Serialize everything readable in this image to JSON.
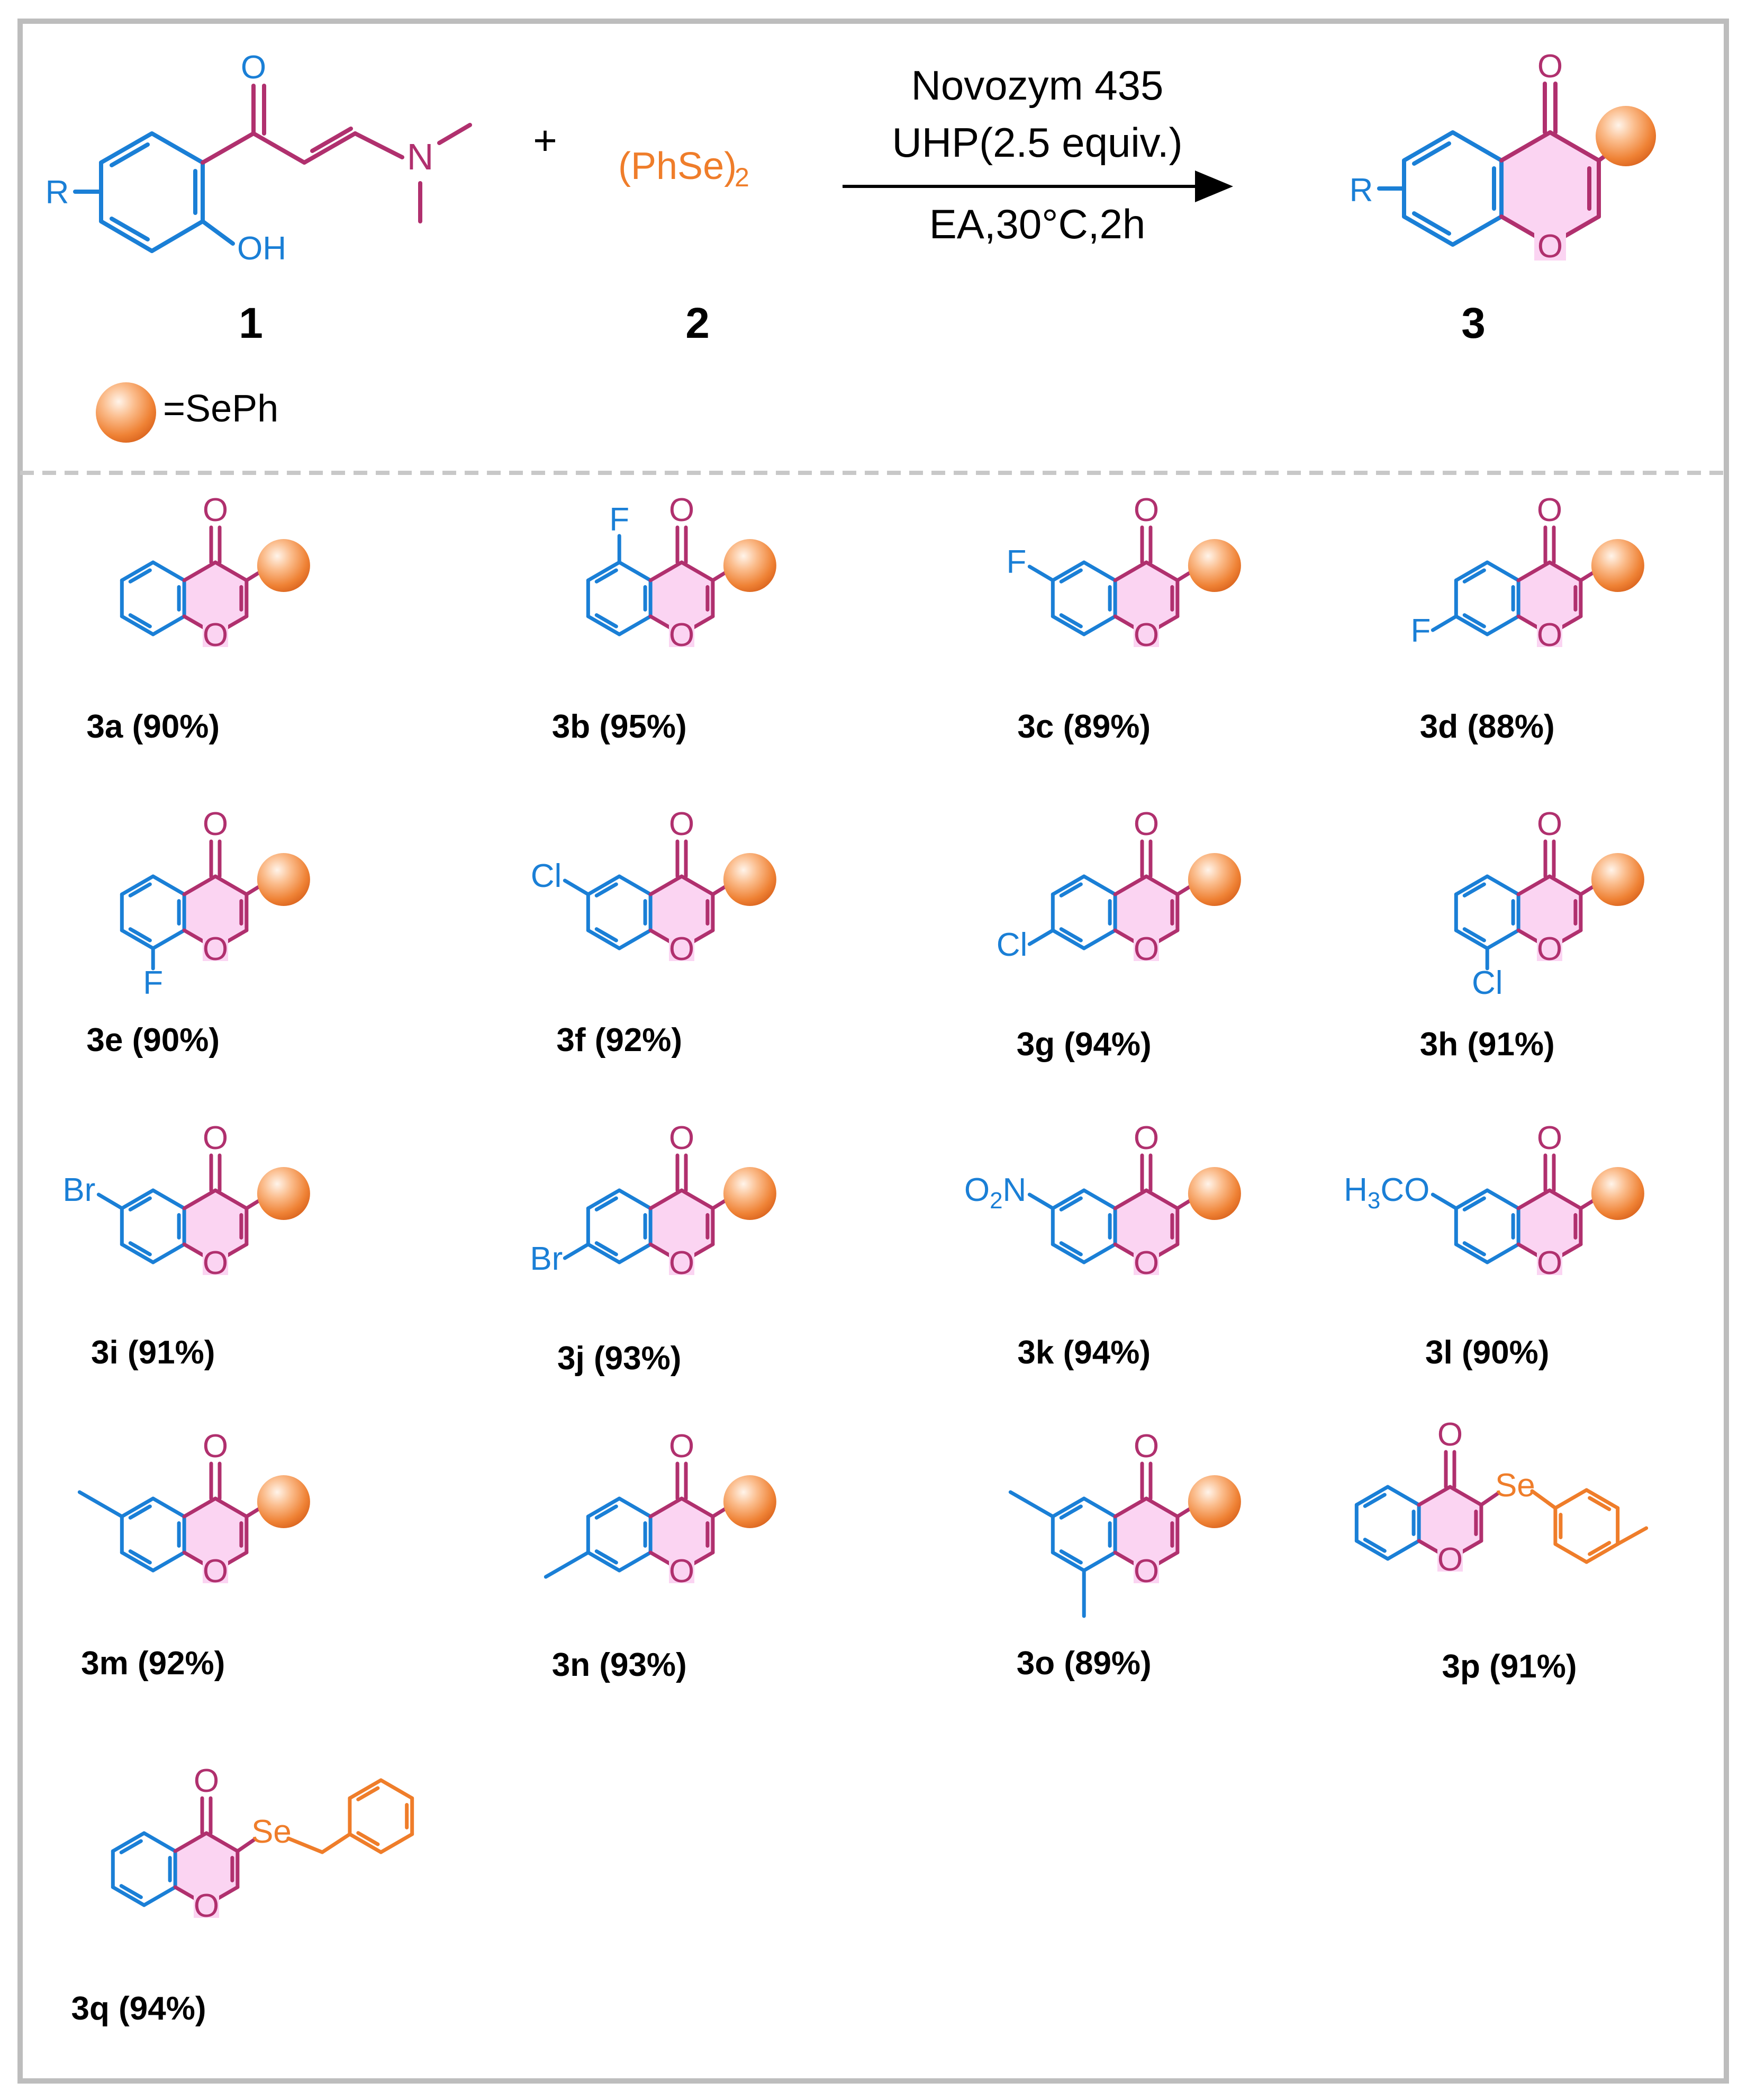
{
  "colors": {
    "blue": "#1a7fd6",
    "magenta": "#b0306e",
    "orange": "#ef7d2a",
    "pink": "#fbd4f2",
    "frame": "#bdbdbd"
  },
  "reaction": {
    "r_label": "R",
    "oh_label": "OH",
    "o_label": "O",
    "n_label": "N",
    "plus": "+",
    "reagent2": "(PhSe)",
    "reagent2_sub": "2",
    "cond_line1": "Novozym 435",
    "cond_line2": "UHP(2.5 equiv.)",
    "cond_line3": "EA,30°C,2h",
    "num1": "1",
    "num2": "2",
    "num3": "3",
    "legend": "=SePh"
  },
  "ring_o": "O",
  "se_label": "Se",
  "products": [
    {
      "label": "3a (90%)",
      "subst": ""
    },
    {
      "label": "3b (95%)",
      "subst": "F"
    },
    {
      "label": "3c (89%)",
      "subst": "F"
    },
    {
      "label": "3d (88%)",
      "subst": "F"
    },
    {
      "label": "3e (90%)",
      "subst": "F"
    },
    {
      "label": "3f (92%)",
      "subst": "Cl"
    },
    {
      "label": "3g (94%)",
      "subst": "Cl"
    },
    {
      "label": "3h (91%)",
      "subst": "Cl"
    },
    {
      "label": "3i (91%)",
      "subst": "Br"
    },
    {
      "label": "3j (93%)",
      "subst": "Br"
    },
    {
      "label": "3k (94%)",
      "subst": "O",
      "subst_sub": "2",
      "subst_tail": "N"
    },
    {
      "label": "3l (90%)",
      "subst": "H",
      "subst_sub": "3",
      "subst_tail": "CO"
    },
    {
      "label": "3m (92%)",
      "subst": ""
    },
    {
      "label": "3n (93%)",
      "subst": ""
    },
    {
      "label": "3o (89%)",
      "subst": ""
    },
    {
      "label": "3p (91%)",
      "subst": ""
    },
    {
      "label": "3q (94%)",
      "subst": ""
    }
  ]
}
